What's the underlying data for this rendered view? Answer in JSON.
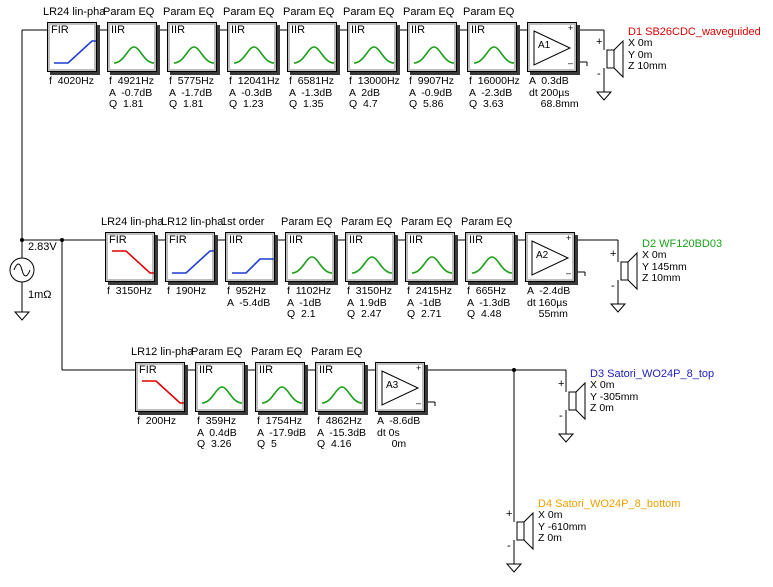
{
  "source": {
    "voltage": "2.83V",
    "impedance": "1mΩ"
  },
  "rows": [
    {
      "blocks": [
        {
          "title": "LR24 lin-pha",
          "tag": "FIR",
          "icon": "highpass-icon",
          "color": "#1a3fd0",
          "params": "f  4020Hz"
        },
        {
          "title": "Param EQ",
          "tag": "IIR",
          "icon": "peak-icon",
          "color": "#1aa01a",
          "params": "f  4921Hz\nA  -0.7dB\nQ  1.81"
        },
        {
          "title": "Param EQ",
          "tag": "IIR",
          "icon": "peak-icon",
          "color": "#1aa01a",
          "params": "f  5775Hz\nA  -1.7dB\nQ  1.81"
        },
        {
          "title": "Param EQ",
          "tag": "IIR",
          "icon": "peak-icon",
          "color": "#1aa01a",
          "params": "f  12041Hz\nA  -0.3dB\nQ  1.23"
        },
        {
          "title": "Param EQ",
          "tag": "IIR",
          "icon": "peak-icon",
          "color": "#1aa01a",
          "params": "f  6581Hz\nA  -1.3dB\nQ  1.35"
        },
        {
          "title": "Param EQ",
          "tag": "IIR",
          "icon": "peak-icon",
          "color": "#1aa01a",
          "params": "f  13000Hz\nA  2dB\nQ  4.7"
        },
        {
          "title": "Param EQ",
          "tag": "IIR",
          "icon": "peak-icon",
          "color": "#1aa01a",
          "params": "f  9907Hz\nA  -0.9dB\nQ  5.86"
        },
        {
          "title": "Param EQ",
          "tag": "IIR",
          "icon": "peak-icon",
          "color": "#1aa01a",
          "params": "f  16000Hz\nA  -2.3dB\nQ  3.63"
        }
      ],
      "amp": {
        "label": "A1",
        "params": "A  0.3dB\ndt 200µs\n    68.8mm"
      },
      "driver": {
        "name": "D1 SB26CDC_waveguided",
        "color": "#e00000",
        "xyz": "X 0m\nY 0m\nZ 10mm"
      }
    },
    {
      "blocks": [
        {
          "title": "LR24 lin-pha",
          "tag": "FIR",
          "icon": "lowpass-icon",
          "color": "#e00000",
          "params": "f  3150Hz"
        },
        {
          "title": "LR12 lin-pha",
          "tag": "FIR",
          "icon": "highpass-icon",
          "color": "#1a3fd0",
          "params": "f  190Hz"
        },
        {
          "title": "1st order",
          "tag": "IIR",
          "icon": "shelf-icon",
          "color": "#1a3fd0",
          "params": "f  952Hz\nA  -5.4dB"
        },
        {
          "title": "Param EQ",
          "tag": "IIR",
          "icon": "peak-icon",
          "color": "#1aa01a",
          "params": "f  1102Hz\nA  -1dB\nQ  2.1"
        },
        {
          "title": "Param EQ",
          "tag": "IIR",
          "icon": "peak-icon",
          "color": "#1aa01a",
          "params": "f  3150Hz\nA  1.9dB\nQ  2.47"
        },
        {
          "title": "Param EQ",
          "tag": "IIR",
          "icon": "peak-icon",
          "color": "#1aa01a",
          "params": "f  2415Hz\nA  -1dB\nQ  2.71"
        },
        {
          "title": "Param EQ",
          "tag": "IIR",
          "icon": "peak-icon",
          "color": "#1aa01a",
          "params": "f  665Hz\nA  -1.3dB\nQ  4.48"
        }
      ],
      "amp": {
        "label": "A2",
        "params": "A  -2.4dB\ndt 160µs\n    55mm"
      },
      "driver": {
        "name": "D2 WF120BD03",
        "color": "#1aa01a",
        "xyz": "X 0m\nY 145mm\nZ 10mm"
      }
    },
    {
      "blocks": [
        {
          "title": "LR12 lin-pha",
          "tag": "FIR",
          "icon": "lowpass-icon",
          "color": "#e00000",
          "params": "f  200Hz"
        },
        {
          "title": "Param EQ",
          "tag": "IIR",
          "icon": "peak-icon",
          "color": "#1aa01a",
          "params": "f  359Hz\nA  0.4dB\nQ  3.26"
        },
        {
          "title": "Param EQ",
          "tag": "IIR",
          "icon": "peak-icon",
          "color": "#1aa01a",
          "params": "f  1754Hz\nA  -17.9dB\nQ  5"
        },
        {
          "title": "Param EQ",
          "tag": "IIR",
          "icon": "peak-icon",
          "color": "#1aa01a",
          "params": "f  4862Hz\nA  -15.3dB\nQ  4.16"
        }
      ],
      "amp": {
        "label": "A3",
        "params": "A  -8.6dB\ndt 0s\n     0m"
      },
      "driver": {
        "name": "D3 Satori_WO24P_8_top",
        "color": "#2020c0",
        "xyz": "X 0m\nY -305mm\nZ 0m"
      }
    }
  ],
  "extra_driver": {
    "name": "D4 Satori_WO24P_8_bottom",
    "color": "#f0a000",
    "xyz": "X 0m\nY -610mm\nZ 0m"
  }
}
